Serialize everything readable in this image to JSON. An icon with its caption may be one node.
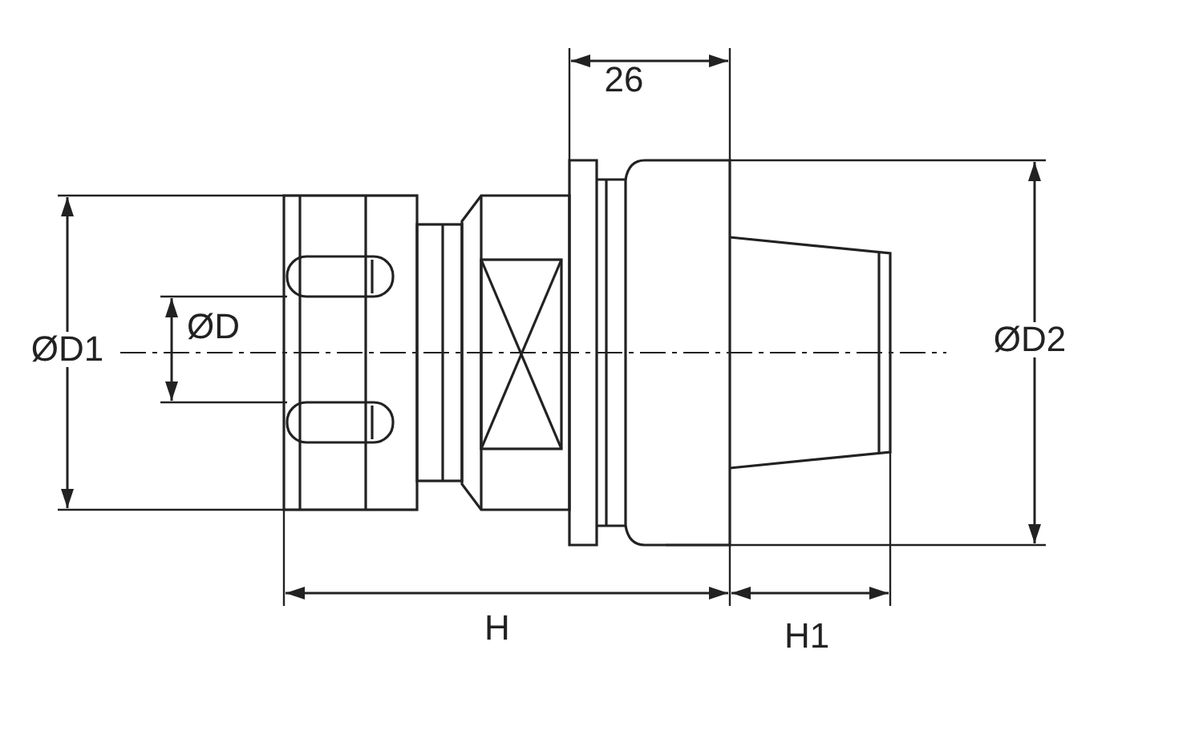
{
  "diagram": {
    "labels": [
      "26",
      "ØD1",
      "ØD",
      "ØD2",
      "H",
      "H1"
    ]
  }
}
